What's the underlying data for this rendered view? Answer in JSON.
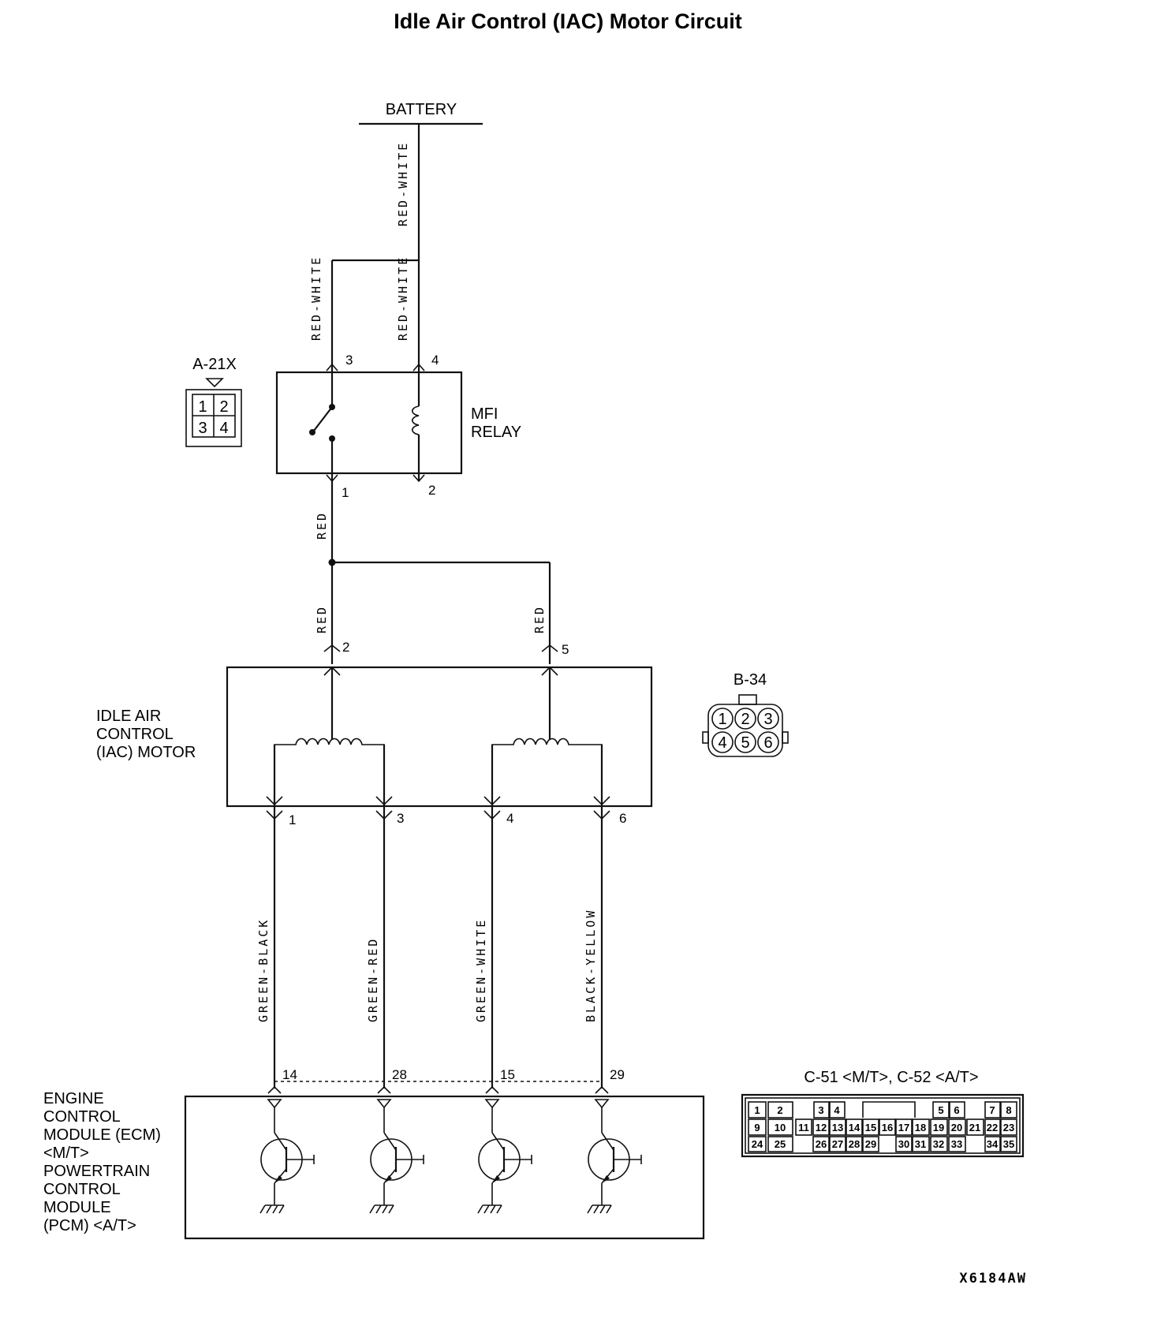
{
  "title": "Idle Air Control (IAC) Motor Circuit",
  "battery": "BATTERY",
  "wires": {
    "battery_feed": "RED-WHITE",
    "relay_pin3": "RED-WHITE",
    "relay_pin4": "RED-WHITE",
    "relay_out": "RED",
    "iac_pin2": "RED",
    "iac_pin5": "RED",
    "iac_pin1": "GREEN-BLACK",
    "iac_pin3": "GREEN-RED",
    "iac_pin4": "GREEN-WHITE",
    "iac_pin6": "BLACK-YELLOW"
  },
  "relay": {
    "label_line1": "MFI",
    "label_line2": "RELAY",
    "pins": {
      "p3": "3",
      "p4": "4",
      "p1": "1",
      "p2": "2"
    }
  },
  "connector_a21x": {
    "name": "A-21X",
    "cells": [
      "1",
      "2",
      "3",
      "4"
    ]
  },
  "connector_b34": {
    "name": "B-34",
    "cells": [
      "1",
      "2",
      "3",
      "4",
      "5",
      "6"
    ]
  },
  "iac_motor": {
    "label_line1": "IDLE AIR",
    "label_line2": "CONTROL",
    "label_line3": "(IAC) MOTOR",
    "pins": {
      "p2": "2",
      "p5": "5",
      "p1": "1",
      "p3": "3",
      "p4": "4",
      "p6": "6"
    }
  },
  "ecm": {
    "label_lines": [
      "ENGINE",
      "CONTROL",
      "MODULE  (ECM)",
      "<M/T>",
      "POWERTRAIN",
      "CONTROL",
      "MODULE",
      "(PCM) <A/T>"
    ],
    "pins": [
      "14",
      "28",
      "15",
      "29"
    ]
  },
  "connector_c51": {
    "name": "C-51 <M/T>, C-52 <A/T>",
    "row1": [
      "1",
      "2",
      "3",
      "4",
      "5",
      "6",
      "7",
      "8"
    ],
    "row2": [
      "9",
      "10",
      "11",
      "12",
      "13",
      "14",
      "15",
      "16",
      "17",
      "18",
      "19",
      "20",
      "21",
      "22",
      "23"
    ],
    "row3": [
      "24",
      "25",
      "26",
      "27",
      "28",
      "29",
      "30",
      "31",
      "32",
      "33",
      "34",
      "35"
    ]
  },
  "figure_code": "X6184AW"
}
